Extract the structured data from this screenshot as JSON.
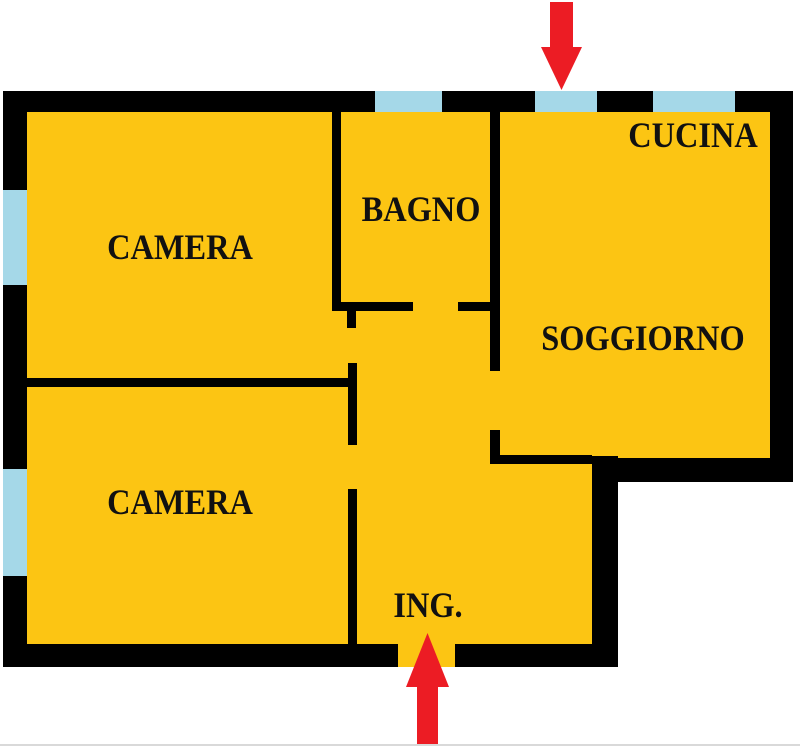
{
  "rooms": [
    {
      "id": "camera-1",
      "label": "CAMERA"
    },
    {
      "id": "bagno",
      "label": "BAGNO"
    },
    {
      "id": "cucina",
      "label": "CUCINA"
    },
    {
      "id": "soggiorno",
      "label": "SOGGIORNO"
    },
    {
      "id": "camera-2",
      "label": "CAMERA"
    },
    {
      "id": "ingresso",
      "label": "ING."
    }
  ],
  "colors": {
    "floor": "#FCC513",
    "walls": "#000000",
    "windows": "#A5D8E8",
    "arrows": "#EC1C24",
    "background": "#FFFFFF",
    "label_text": "#111111"
  },
  "windows": {
    "top_wall_count": 3,
    "left_wall_count": 2
  },
  "entrance_arrows": [
    {
      "position": "top",
      "direction": "down"
    },
    {
      "position": "bottom",
      "direction": "up"
    }
  ]
}
